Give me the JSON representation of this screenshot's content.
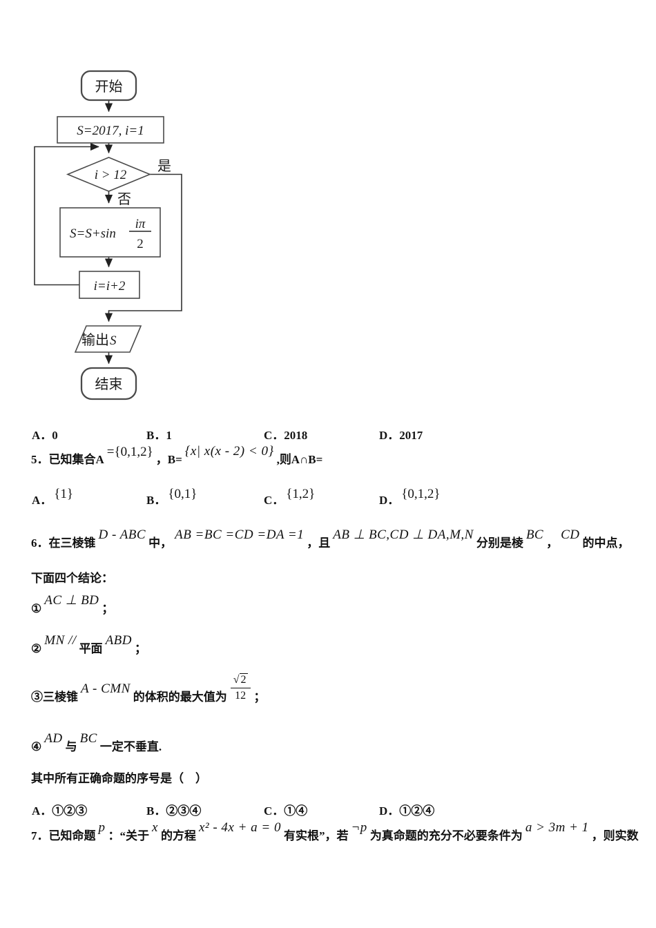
{
  "flowchart": {
    "start": "开始",
    "init": "S=2017, i=1",
    "cond": "i > 12",
    "yes_label": "是",
    "no_label": "否",
    "compute_prefix": "S=S+sin",
    "frac_num": "iπ",
    "frac_den": "2",
    "increment": "i=i+2",
    "output_cjk": "输出",
    "output_var": "S",
    "end": "结束"
  },
  "q4": {
    "options": [
      {
        "label": "A．",
        "value": "0"
      },
      {
        "label": "B．",
        "value": "1"
      },
      {
        "label": "C．",
        "value": "2018"
      },
      {
        "label": "D．",
        "value": "2017"
      }
    ]
  },
  "q5": {
    "num": "5．",
    "t1": "已知集合A",
    "m1": "={0,1,2}",
    "t2": "，B=",
    "m2": "{x| x(x - 2) < 0}",
    "t3": ",则A∩B=",
    "options": [
      {
        "label": "A．",
        "value": "{1}"
      },
      {
        "label": "B．",
        "value": "{0,1}"
      },
      {
        "label": "C．",
        "value": "{1,2}"
      },
      {
        "label": "D．",
        "value": "{0,1,2}"
      }
    ]
  },
  "q6": {
    "num": "6．",
    "t1": "在三棱锥",
    "m1": "D - ABC",
    "t2": "中，",
    "m2": "AB =BC =CD =DA =1",
    "t3": "，且",
    "m3": "AB ⊥ BC,CD ⊥ DA,M,N",
    "t4": "分别是棱",
    "m4": "BC",
    "t5": "，",
    "m5": "CD",
    "t6": "的中点，",
    "line2": "下面四个结论：",
    "item1": {
      "mark": "①",
      "m1": "AC ⊥ BD",
      "tail": "；"
    },
    "item2": {
      "mark": "②",
      "m1": "MN //",
      "t1": "平面",
      "m2": "ABD",
      "tail": "；"
    },
    "item3": {
      "mark": "③",
      "t1": "三棱锥",
      "m1": "A - CMN",
      "t2": "的体积的最大值为",
      "frac": {
        "radical": "√",
        "num": "2",
        "den": "12"
      },
      "tail": "；"
    },
    "item4": {
      "mark": "④",
      "m1": "AD",
      "t1": "与",
      "m2": "BC",
      "t2": "一定不垂直."
    },
    "line3": "其中所有正确命题的序号是（　）",
    "options": [
      {
        "label": "A．",
        "value": "①②③"
      },
      {
        "label": "B．",
        "value": "②③④"
      },
      {
        "label": "C．",
        "value": "①④"
      },
      {
        "label": "D．",
        "value": "①②④"
      }
    ]
  },
  "q7": {
    "num": "7．",
    "t1": "已知命题",
    "m1": "p",
    "t2": "：“关于",
    "m2": "x",
    "t3": "的方程",
    "m3": "x² - 4x + a = 0",
    "t4": "有实根”，若",
    "m4": "¬p",
    "t5": "为真命题的充分不必要条件为",
    "m5": "a > 3m + 1",
    "t6": "，则实数"
  }
}
